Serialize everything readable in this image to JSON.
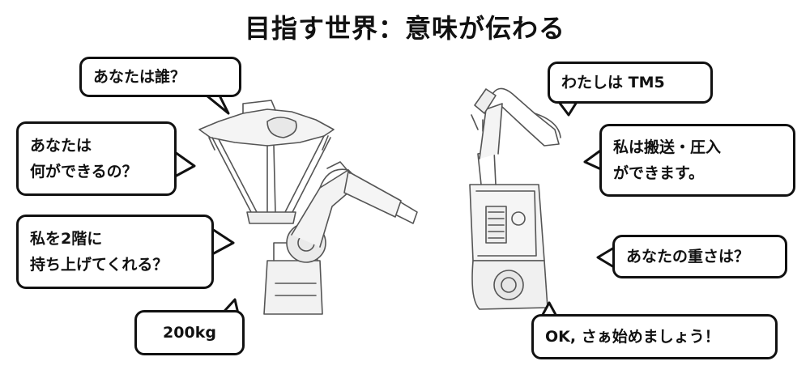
{
  "title": "目指す世界：意味が伝わる",
  "human_questions": {
    "who": "あなたは誰？",
    "what_can_you_do": [
      "あなたは",
      "何ができるの？"
    ],
    "lift_request": [
      "私を2階に",
      "持ち上げてくれる？"
    ],
    "weight_answer": "200kg"
  },
  "robot_dialogue": {
    "self_intro": "わたしは TM5",
    "capabilities": [
      "私は搬送・圧入",
      "ができます。"
    ],
    "weight_question": "あなたの重さは？",
    "ok_reply": "OK, さぁ始めましょう！"
  },
  "illustrations": {
    "left": [
      "parallel-delta-robot",
      "industrial-six-axis-arm"
    ],
    "right": [
      "collaborative-arm-on-mobile-base"
    ]
  }
}
